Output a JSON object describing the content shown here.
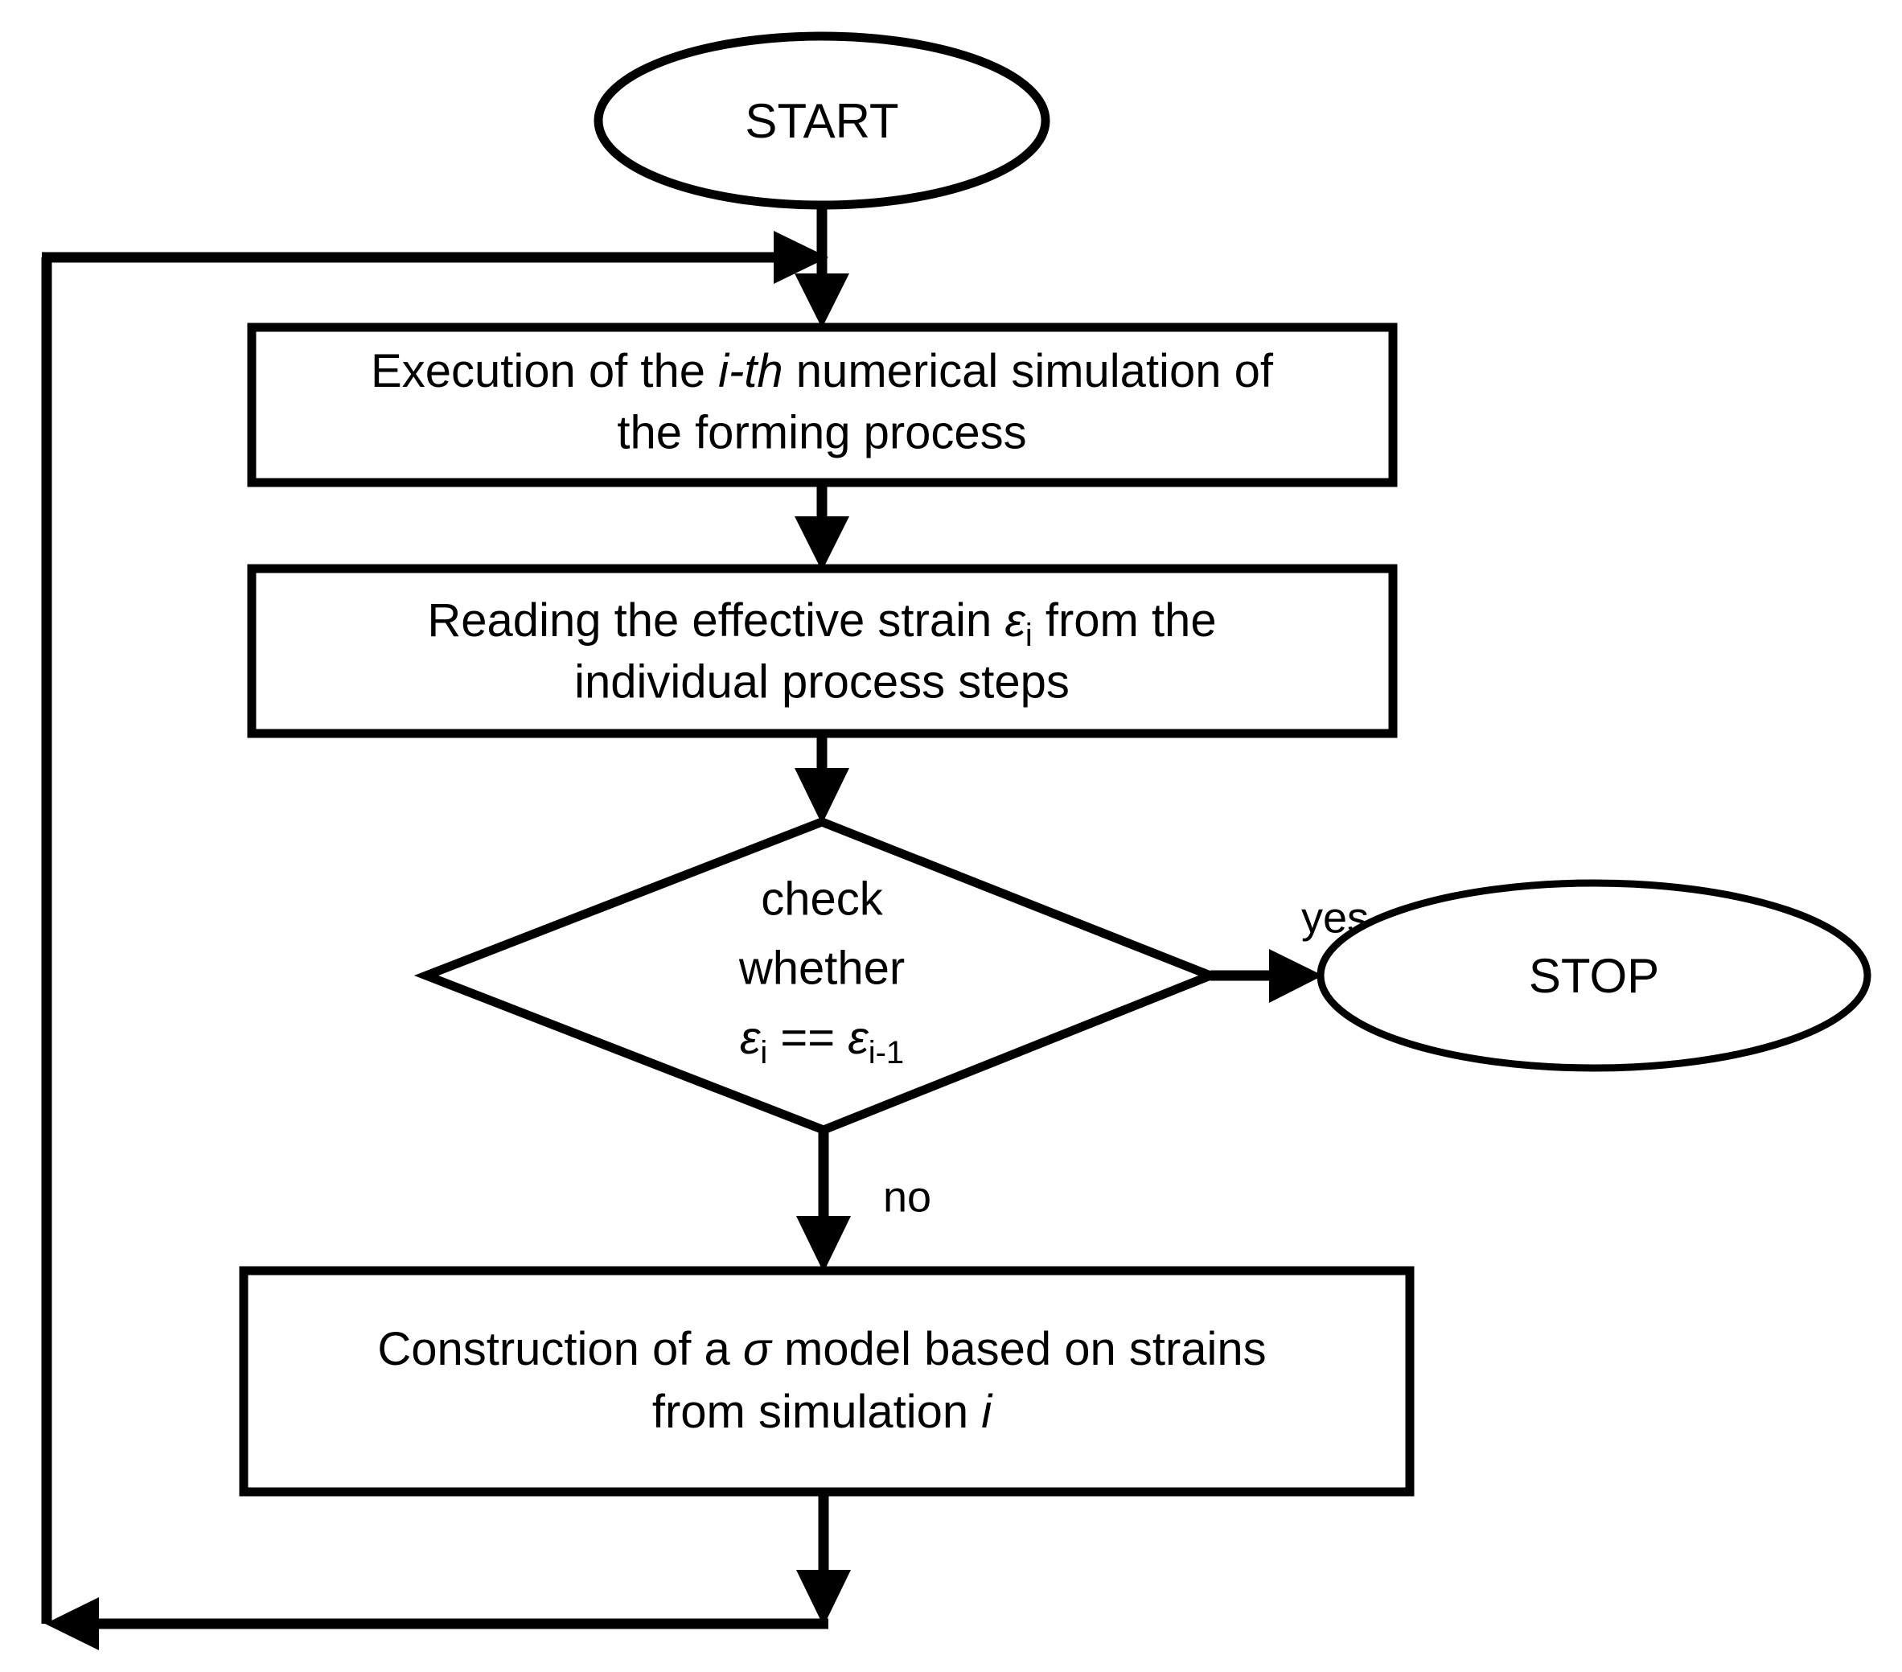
{
  "diagram": {
    "title": "Iterative forming simulation flowchart",
    "background_color": "#ffffff",
    "line_color": "#000000",
    "nodes": {
      "start": {
        "shape": "ellipse",
        "label": "START"
      },
      "execution": {
        "shape": "rectangle",
        "line1_part1": "Execution of the ",
        "line1_italic": "i-th",
        "line1_part2": " numerical simulation of",
        "line2": "the forming process"
      },
      "reading": {
        "shape": "rectangle",
        "line1_part1": "Reading the effective strain ",
        "line1_symbol": "ε",
        "line1_subscript": "i",
        "line1_part2": " from the",
        "line2": "individual process steps"
      },
      "decision": {
        "shape": "diamond",
        "line1": "check",
        "line2": "whether",
        "cond_symbol_a": "ε",
        "cond_sub_a": "i",
        "cond_operator": " == ",
        "cond_symbol_b": "ε",
        "cond_sub_b": "i-1"
      },
      "stop": {
        "shape": "ellipse",
        "label": "STOP"
      },
      "construction": {
        "shape": "rectangle",
        "line1_part1": "Construction of a ",
        "line1_symbol": "σ",
        "line1_part2": " model based on strains",
        "line2_part1": "from simulation ",
        "line2_italic": "i"
      }
    },
    "edge_labels": {
      "yes": "yes",
      "no": "no"
    }
  }
}
